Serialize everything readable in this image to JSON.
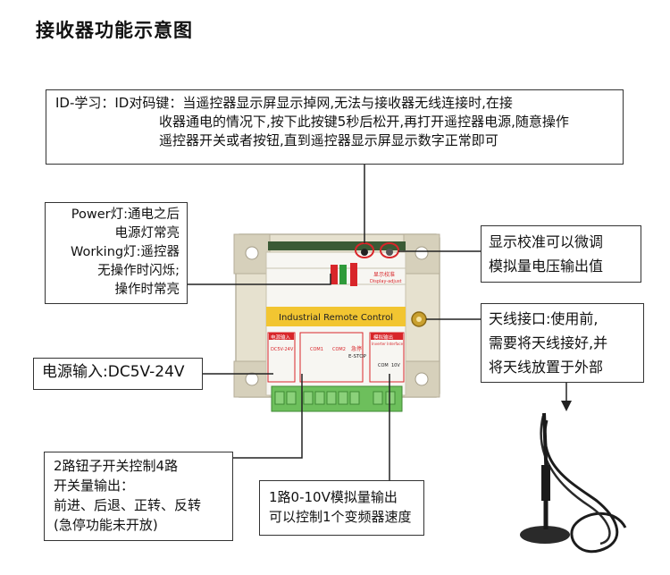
{
  "title": "接收器功能示意图",
  "callouts": {
    "id_learning": {
      "line1": "ID-学习：ID对码键：当遥控器显示屏显示掉网,无法与接收器无线连接时,在接",
      "line2": "收器通电的情况下,按下此按键5秒后松开,再打开遥控器电源,随意操作",
      "line3": "遥控器开关或者按钮,直到遥控器显示屏显示数字正常即可"
    },
    "indicators": {
      "line1": "Power灯:通电之后",
      "line2": "电源灯常亮",
      "line3": "Working灯:遥控器",
      "line4": "无操作时闪烁;",
      "line5": "操作时常亮"
    },
    "display_adjust": {
      "line1": "显示校准可以微调",
      "line2": "模拟量电压输出值"
    },
    "antenna": {
      "line1": "天线接口:使用前,",
      "line2": "需要将天线接好,并",
      "line3": "将天线放置于外部"
    },
    "power_input": {
      "line1": "电源输入:DC5V-24V"
    },
    "switch_output": {
      "line1": "2路钮子开关控制4路",
      "line2": "开关量输出：",
      "line3": "前进、后退、正转、反转",
      "line4": "(急停功能未开放)"
    },
    "analog_output": {
      "line1": "1路0-10V模拟量输出",
      "line2": "可以控制1个变频器速度"
    }
  },
  "device": {
    "banner": "Industrial Remote Control",
    "adjust_label_cn": "显示校准",
    "adjust_label_en": "Display-adjust",
    "estop_cn": "急停",
    "estop_en": "E-STOP",
    "analog_label": "模拟输出",
    "analog_label_en": "Inverter Interface",
    "power_label": "电源输入",
    "power_spec": "DC5V-24V",
    "com1": "COM1",
    "com2": "COM2",
    "com": "COM",
    "v10": "10V"
  },
  "colors": {
    "enclosure": "#ddd8c6",
    "banner": "#f2c531",
    "terminal": "#6dbf5c",
    "led_red": "#d8262a",
    "led_green": "#2f9a3a",
    "leader": "#222222"
  }
}
